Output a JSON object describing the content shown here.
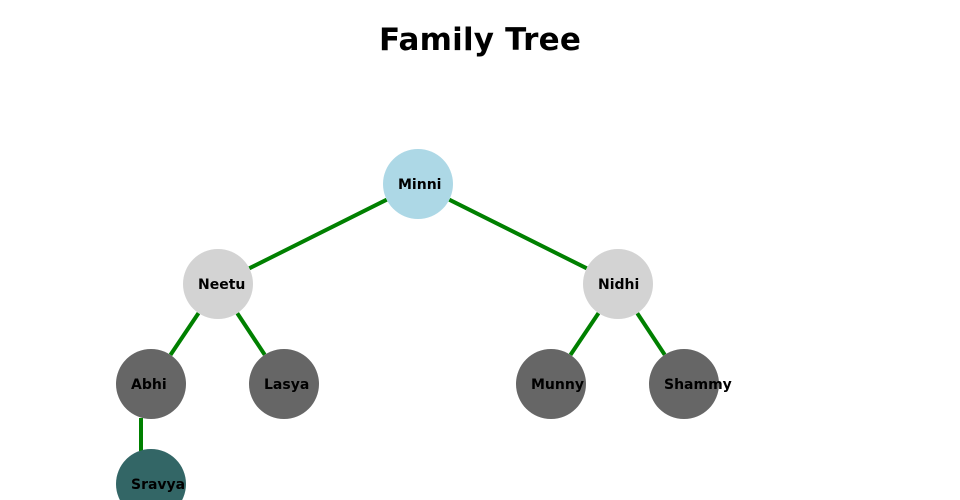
{
  "title": "Family Tree",
  "colors": {
    "link": "#008000",
    "root": "#add8e6",
    "level1": "#d3d3d3",
    "level2": "#666666",
    "level3": "#336666"
  },
  "nodes": [
    {
      "id": "minni",
      "name": "Minni",
      "level": 0,
      "parent": null
    },
    {
      "id": "neetu",
      "name": "Neetu",
      "level": 1,
      "parent": "minni"
    },
    {
      "id": "nidhi",
      "name": "Nidhi",
      "level": 1,
      "parent": "minni"
    },
    {
      "id": "abhi",
      "name": "Abhi",
      "level": 2,
      "parent": "neetu"
    },
    {
      "id": "lasya",
      "name": "Lasya",
      "level": 2,
      "parent": "neetu"
    },
    {
      "id": "munny",
      "name": "Munny",
      "level": 2,
      "parent": "nidhi"
    },
    {
      "id": "shammy",
      "name": "Shammy",
      "level": 2,
      "parent": "nidhi"
    },
    {
      "id": "sravya",
      "name": "Sravya",
      "level": 3,
      "parent": "abhi"
    }
  ]
}
